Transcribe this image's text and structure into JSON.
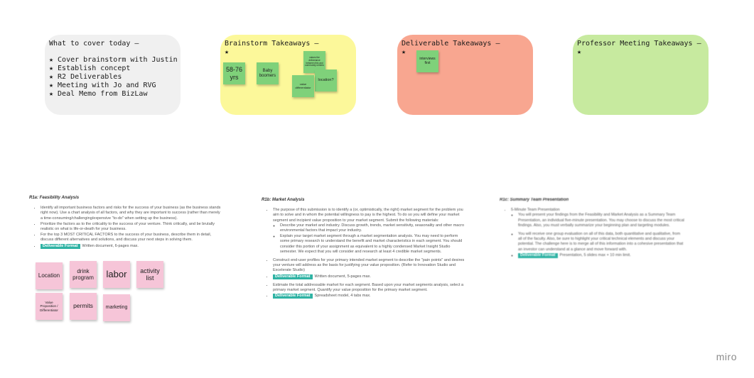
{
  "cards": {
    "agenda": {
      "title": "What to cover today —",
      "items": [
        "★ Cover brainstorm with Justin",
        "★ Establish concept",
        "★ R2 Deliverables",
        "★ Meeting with Jo and RVG",
        "★ Deal Memo from BizLaw"
      ],
      "color": "#f0f0f0"
    },
    "brainstorm": {
      "title": "Brainstorm Takeaways —",
      "bullet": "★",
      "color": "#fcf89a"
    },
    "deliverable": {
      "title": "Deliverable Takeaways —",
      "bullet": "★",
      "color": "#f8a690"
    },
    "professor": {
      "title": "Professor Meeting Takeaways —",
      "bullet": "★",
      "color": "#c7ea9f"
    }
  },
  "brainstorm_notes": {
    "age": "58-76 yrs",
    "boomers": "Baby boomers",
    "values": "values the deliverance between this and community centers",
    "location": "location?",
    "value_diff": "value differentiator"
  },
  "deliverable_notes": {
    "interviews": "interviews first"
  },
  "docs": {
    "feasibility": {
      "title": "R1a: Feasibility Analysis",
      "b1": "Identify all important business factors and risks for the success of your business (as the business stands right now). Use a chart analysis of all factors, and why they are important to success (rather than merely a time-consuming/challenging/expensive \"to-do\" when setting up the business).",
      "b2": "Prioritize the factors as to the criticality to the success of your venture. Think critically, and be brutally realistic on what is life-or-death for your business.",
      "b3": "For the top 3 MOST CRITICAL FACTORS to the success of your business, describe them in detail, discuss different alternatives and solutions, and discuss your next steps in solving them.",
      "format_label": "Deliverable Format",
      "format_text": "Written document, 6-pages max."
    },
    "market": {
      "title": "R1b: Market Analysis",
      "b1": "The purpose of this submission is to identify a (or, optimistically, the right) market segment for the problem you aim to solve and in whom the potential willingness to pay is the highest. To do so you will define your market segment and incipient value proposition to your market segment. Submit the following materials:",
      "s1": "Describe your market and industry. Discuss growth, trends, market sensitivity, seasonality and other macro environmental factors that impact your industry.",
      "s2": "Explain your target market segment through a market segmentation analysis. You may need to perform some primary research to understand the benefit and market characteristics in each segment. You should consider this portion of your assignment as equivalent to a highly condensed Market Insight Studio semester. We expect that you will consider and research at least 4 credible market segments.",
      "b2": "Construct end-user profiles for your primary intended market segment to describe the \"pain points\" and desires your venture will address as the basis for justifying your value proposition. (Refer to Innovation Studio and Excelerate Studio)",
      "f1_label": "Deliverable Format",
      "f1_text": "Written document, 5-pages max.",
      "b3": "Estimate the total addressable market for each segment. Based upon your market segments analysis, select a primary market segment. Quantify your value proposition for the primary market segment.",
      "f2_label": "Deliverable Format",
      "f2_text": "Spreadsheet model, 4 tabs max."
    },
    "summary": {
      "title": "R1c: Summary Team Presentation",
      "b1": "5-Minute Team Presentation",
      "s1": "You will present your findings from the Feasibility and Market Analysis as a Summary Team Presentation, an individual five-minute presentation. You may choose to discuss the most critical findings. Also, you must verbally summarize your beginning plan and targeting modules.",
      "s2": "You will receive one group evaluation on all of this data, both quantitative and qualitative, from all of the faculty. Also, be sure to highlight your critical technical elements and discuss your potential. The challenge here is to merge all of this information into a cohesive presentation that an investor can understand at a glance and move forward with.",
      "f_label": "Deliverable Format",
      "f_text": "Presentation, 5 slides max + 10 min limit."
    }
  },
  "pink_notes": [
    "Location",
    "drink program",
    "labor",
    "activity list",
    "Value Proposition / Differentiator",
    "permits",
    "marketing"
  ],
  "logo": "miro"
}
